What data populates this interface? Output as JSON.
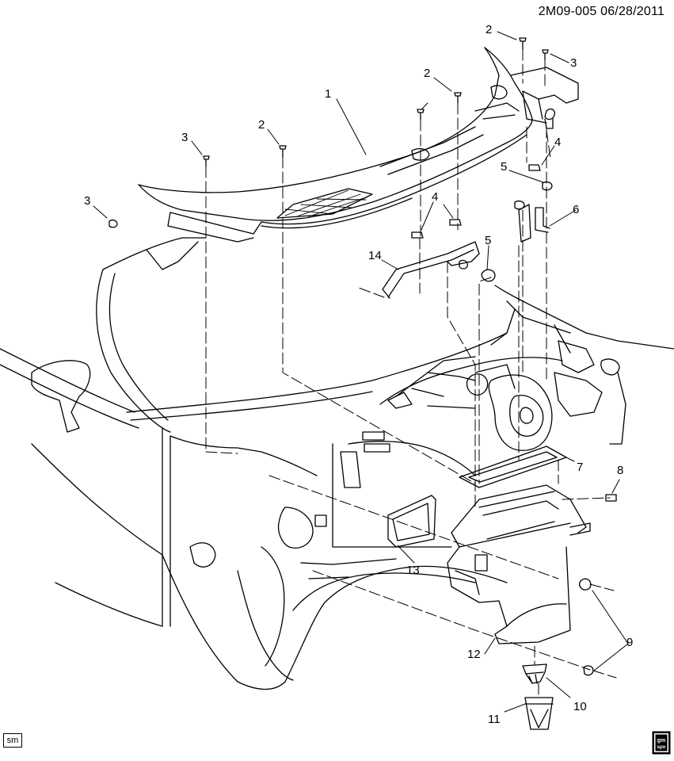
{
  "header": {
    "code": "2M09-005",
    "date": "06/28/2011"
  },
  "footer": {
    "left_tag": "sm",
    "logo_text_top": "gm",
    "logo_text_bottom": "spo"
  },
  "callouts": {
    "c1": "1",
    "c2a": "2",
    "c2b": "2",
    "c2c": "2",
    "c3a": "3",
    "c3b": "3",
    "c3c": "3",
    "c4a": "4",
    "c4b": "4",
    "c5a": "5",
    "c5b": "5",
    "c6": "6",
    "c7": "7",
    "c8": "8",
    "c9": "9",
    "c10": "10",
    "c11": "11",
    "c12": "12",
    "c13": "13",
    "c14": "14"
  }
}
